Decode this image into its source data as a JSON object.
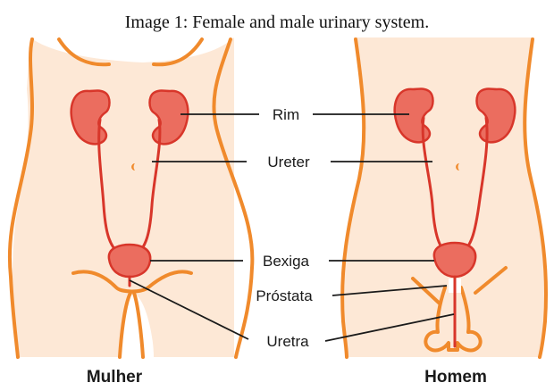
{
  "caption": "Image 1: Female and male urinary system.",
  "labels": {
    "rim": "Rim",
    "ureter": "Ureter",
    "bexiga": "Bexiga",
    "prostata": "Próstata",
    "uretra": "Uretra"
  },
  "figures": {
    "female": "Mulher",
    "male": "Homem"
  },
  "colors": {
    "skin": "#fde8d6",
    "outline": "#f08a2c",
    "organ": "#eb6d5f",
    "organ_stroke": "#d8362a"
  }
}
